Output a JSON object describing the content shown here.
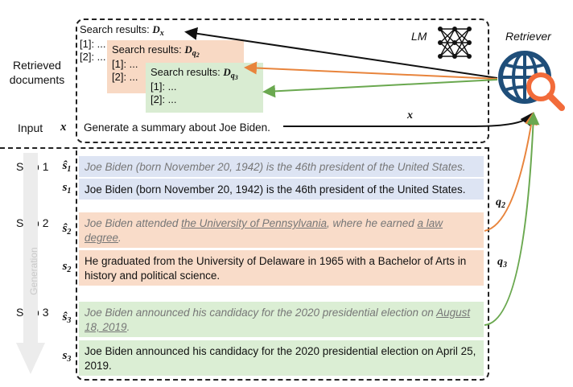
{
  "labels": {
    "retrieved_documents": "Retrieved documents",
    "input": "Input",
    "input_var": "x",
    "lm": "LM",
    "retriever": "Retriever",
    "generation": "Generation",
    "step1": "Step 1",
    "step2": "Step 2",
    "step3": "Step 3"
  },
  "search_results": [
    {
      "title": "Search results:",
      "var": "D",
      "subscript": "x",
      "items": [
        "[1]: ...",
        "[2]: ..."
      ]
    },
    {
      "title": "Search results:",
      "var": "D",
      "subscript": "q",
      "subsubscript": "2",
      "items": [
        "[1]: ...",
        "[2]: ..."
      ]
    },
    {
      "title": "Search results:",
      "var": "D",
      "subscript": "q",
      "subsubscript": "3",
      "items": [
        "[1]: ...",
        "[2]: ..."
      ]
    }
  ],
  "input_text": "Generate a summary about Joe Biden.",
  "arrow_labels": {
    "x": "x",
    "q2": "q",
    "q2_sub": "2",
    "q3": "q",
    "q3_sub": "3"
  },
  "rows": [
    {
      "var": "ŝ",
      "sub": "1",
      "text": "Joe Biden (born November 20, 1942) is the 46th president of the United States."
    },
    {
      "var": "s",
      "sub": "1",
      "text": "Joe Biden (born November 20, 1942) is the 46th president of the United States."
    },
    {
      "var": "ŝ",
      "sub": "2",
      "text_a": "Joe Biden attended ",
      "text_u1": "the University of Pennsylvania",
      "text_b": ", where he earned ",
      "text_u2": "a law degree",
      "text_c": "."
    },
    {
      "var": "s",
      "sub": "2",
      "text": "He graduated from the University of Delaware in 1965 with a Bachelor of Arts in history and political science."
    },
    {
      "var": "ŝ",
      "sub": "3",
      "text_a": "Joe Biden announced his candidacy for the 2020 presidential election on ",
      "text_u1": "August 18, 2019",
      "text_c": "."
    },
    {
      "var": "s",
      "sub": "3",
      "text": "Joe Biden announced his candidacy for the 2020 presidential election on April 25, 2019."
    }
  ],
  "colors": {
    "blue_bg": "#dde4f3",
    "orange_bg": "#f9dcc9",
    "green_bg": "#dbeed4",
    "orange_arrow": "#e8843c",
    "green_arrow": "#6aa84f",
    "retriever_blue": "#1f4e79",
    "magnifier_orange": "#f26b3a"
  }
}
